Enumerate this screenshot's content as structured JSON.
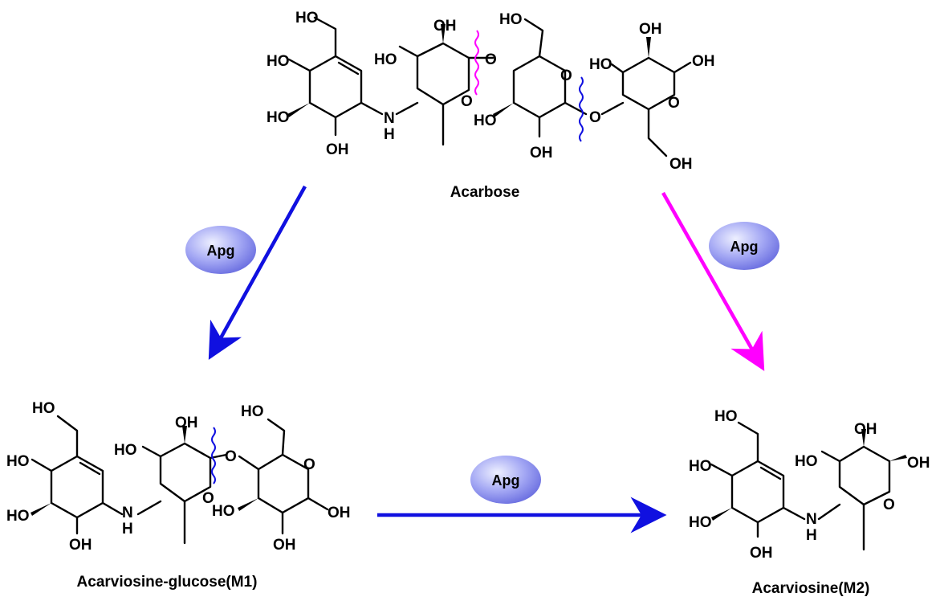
{
  "compounds": {
    "acarbose": "Acarbose",
    "m1": "Acarviosine-glucose(M1)",
    "m2": "Acarviosine(M2)"
  },
  "enzyme": {
    "label": "Apg"
  },
  "atoms": {
    "ho": "HO",
    "oh": "OH",
    "o": "O",
    "n": "N",
    "h": "H"
  },
  "colors": {
    "blue_cleavage": "#1010e0",
    "magenta_cleavage": "#ff00ff",
    "enzyme_fill": "#8080f0"
  }
}
